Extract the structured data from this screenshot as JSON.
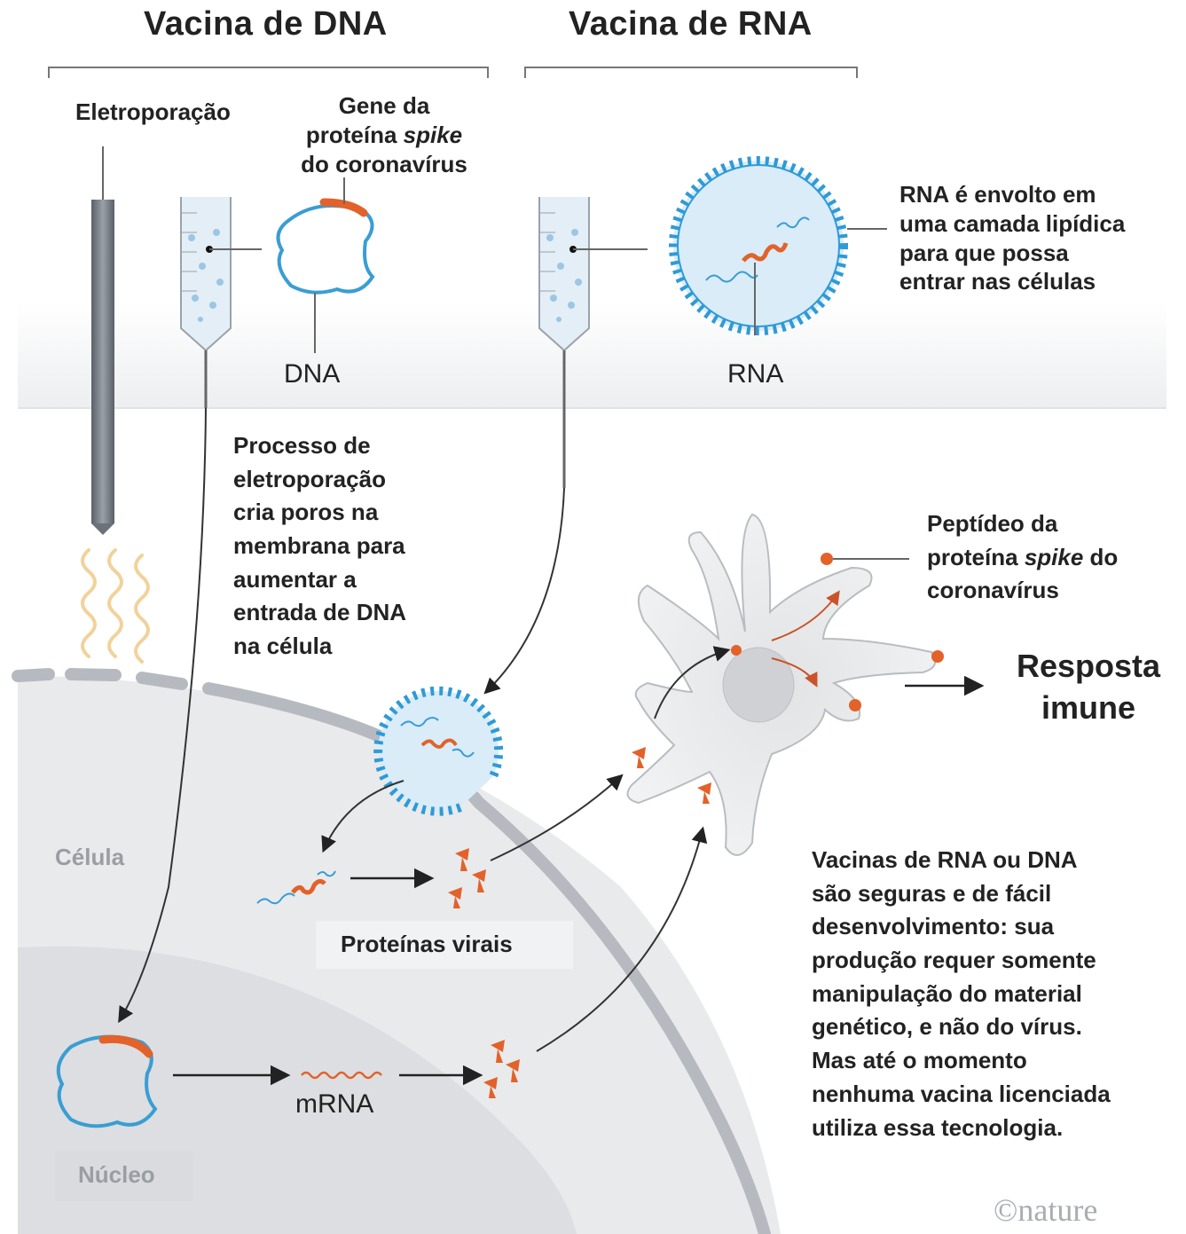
{
  "headers": {
    "dna_vaccine": "Vacina de DNA",
    "rna_vaccine": "Vacina de RNA"
  },
  "labels": {
    "electroporation": "Eletroporação",
    "gene_lines": [
      "Gene da",
      "proteína",
      "spike",
      "do coronavírus"
    ],
    "dna": "DNA",
    "rna": "RNA",
    "lipid_note": [
      "RNA é envolto em",
      "uma camada lipídica",
      "para que possa",
      "entrar nas células"
    ],
    "electroporation_process": [
      "Processo de",
      "eletroporação",
      "cria poros  na",
      "membrana para",
      "aumentar a",
      "entrada de DNA",
      "na célula"
    ],
    "peptide_lines": [
      "Peptídeo da",
      "proteína",
      "spike",
      "do",
      "coronavírus"
    ],
    "immune_response": [
      "Resposta",
      "imune"
    ],
    "cell": "Célula",
    "viral_proteins": "Proteínas virais",
    "mrna": "mRNA",
    "nucleus": "Núcleo",
    "summary": [
      "Vacinas de RNA ou DNA",
      "são seguras e de fácil",
      "desenvolvimento: sua",
      "produção requer somente",
      "manipulação do material",
      "genético, e não do vírus.",
      "Mas até o momento",
      "nenhuma vacina licenciada",
      "utiliza essa tecnologia."
    ],
    "credit": "©nature"
  },
  "colors": {
    "blue_outline": "#3a9dd3",
    "lipid_dots": "#2f9ad6",
    "spike_orange": "#e2622a",
    "cell_gray": "#e6e7e9",
    "membrane_gray": "#b8bcc1",
    "nucleus_gray": "#d9dbde",
    "outer_band": "#eff0f2"
  }
}
